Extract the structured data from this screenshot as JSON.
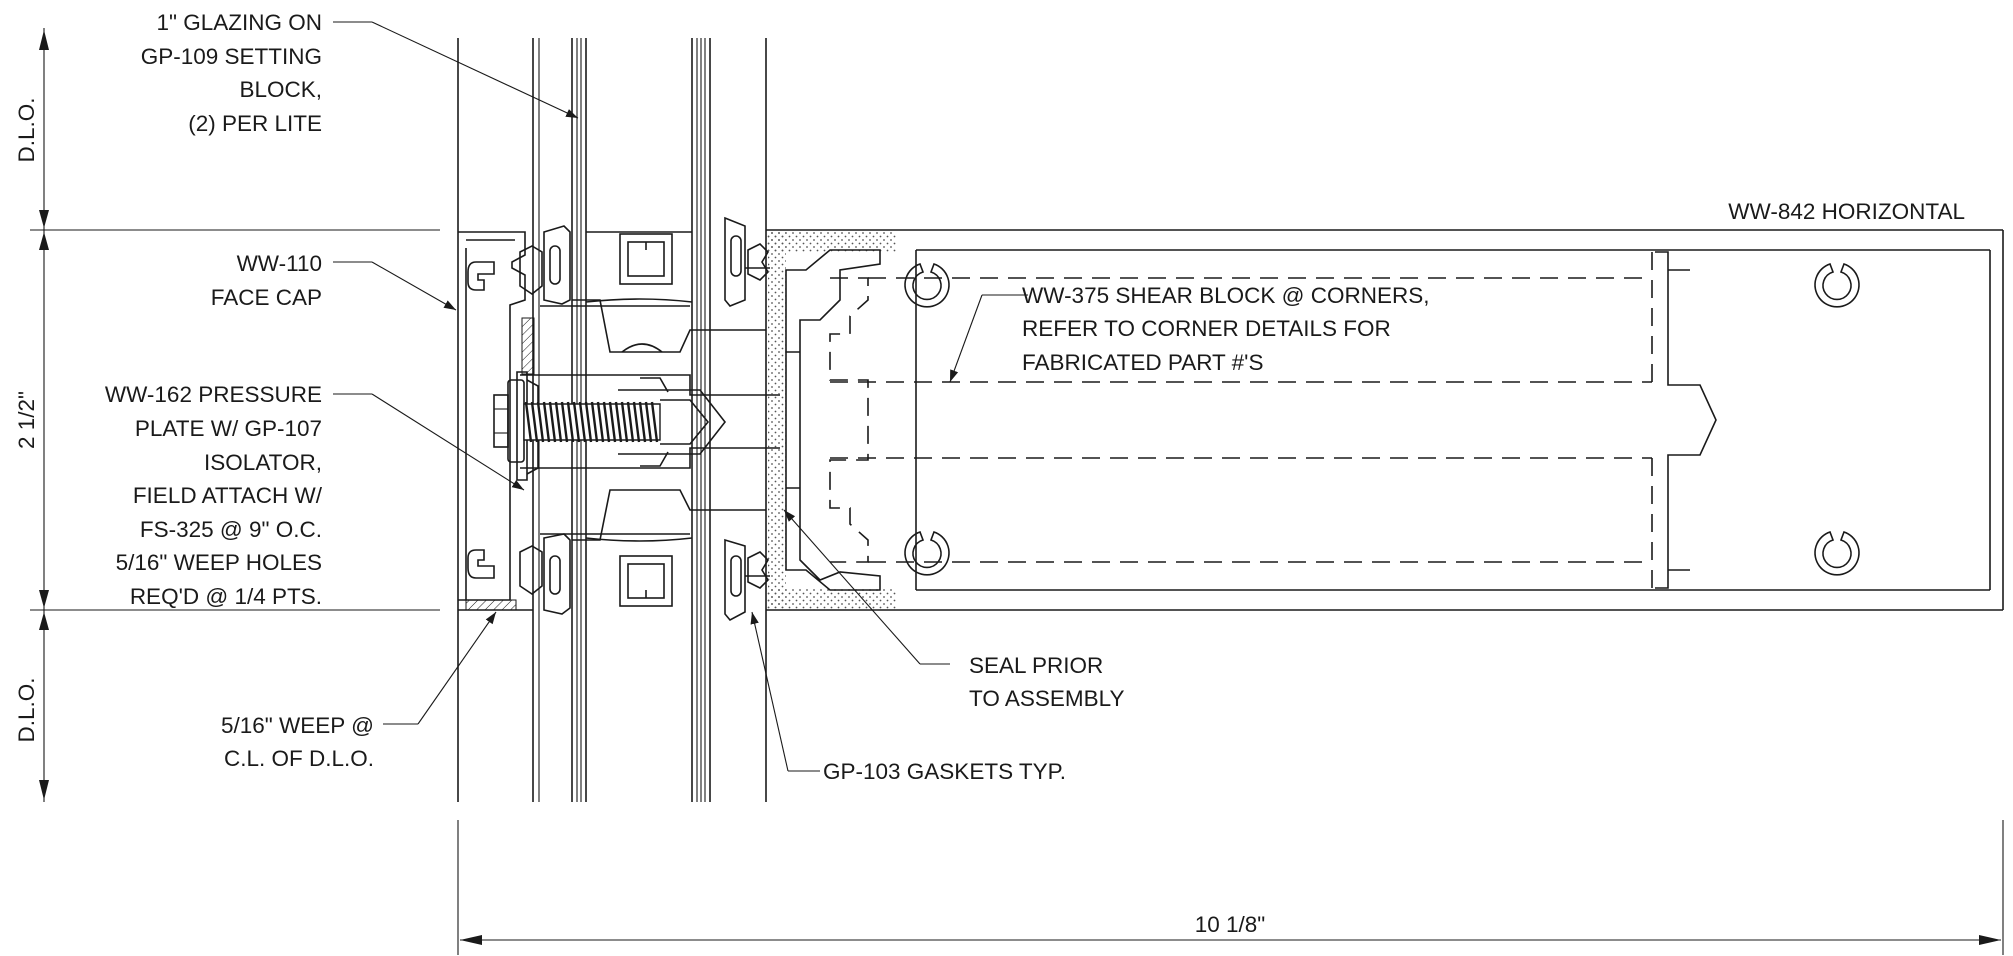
{
  "labels": {
    "glazing": [
      "1\" GLAZING ON",
      "GP-109 SETTING",
      "BLOCK,",
      "(2) PER LITE"
    ],
    "face_cap": [
      "WW-110",
      "FACE CAP"
    ],
    "pressure_plate": [
      "WW-162 PRESSURE",
      "PLATE W/ GP-107",
      "ISOLATOR,",
      "FIELD ATTACH W/",
      "FS-325 @ 9\" O.C.",
      "5/16\" WEEP HOLES",
      "REQ'D @ 1/4 PTS."
    ],
    "weep": [
      "5/16\" WEEP @",
      "C.L. OF D.L.O."
    ],
    "shear_block": [
      "WW-375 SHEAR BLOCK @ CORNERS,",
      "REFER TO CORNER DETAILS FOR",
      "FABRICATED PART #'S"
    ],
    "horizontal": "WW-842 HORIZONTAL",
    "seal": [
      "SEAL PRIOR",
      "TO ASSEMBLY"
    ],
    "gaskets": "GP-103 GASKETS TYP."
  },
  "dimensions": {
    "dlo_top": "D.L.O.",
    "height": "2 1/2\"",
    "dlo_bottom": "D.L.O.",
    "width": "10 1/8\""
  }
}
